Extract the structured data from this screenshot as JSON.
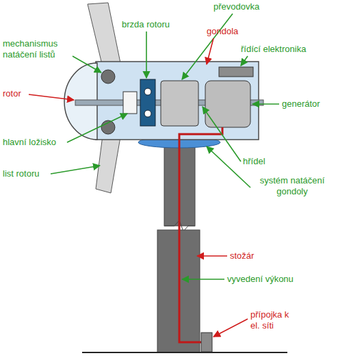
{
  "diagram": {
    "labels": [
      "převodovka",
      "brzda rotoru",
      "gondola",
      "mechanismus natáčení listů",
      "řídící elektronika",
      "rotor",
      "generátor",
      "hlavní ložisko",
      "hřídel",
      "list rotoru",
      "systém natáčení gondoly",
      "stožár",
      "vyvedení výkonu",
      "přípojka k el. síti"
    ]
  }
}
